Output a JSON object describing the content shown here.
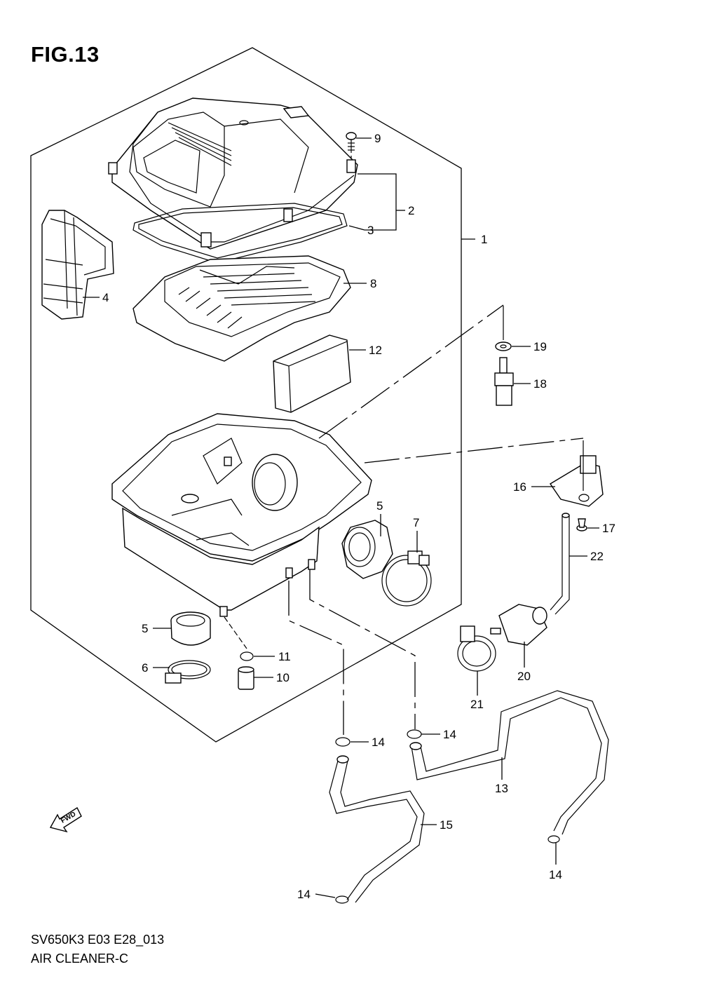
{
  "figure": {
    "title": "FIG.13",
    "model_code": "SV650K3 E03 E28_013",
    "name": "AIR CLEANER-C"
  },
  "fwd_badge": "FWD",
  "callouts": {
    "c1": "1",
    "c2": "2",
    "c3": "3",
    "c4": "4",
    "c5a": "5",
    "c5b": "5",
    "c6": "6",
    "c7": "7",
    "c8": "8",
    "c9": "9",
    "c10": "10",
    "c11": "11",
    "c12": "12",
    "c13": "13",
    "c14a": "14",
    "c14b": "14",
    "c14c": "14",
    "c14d": "14",
    "c15": "15",
    "c16": "16",
    "c17": "17",
    "c18": "18",
    "c19": "19",
    "c20": "20",
    "c21": "21",
    "c22": "22"
  }
}
